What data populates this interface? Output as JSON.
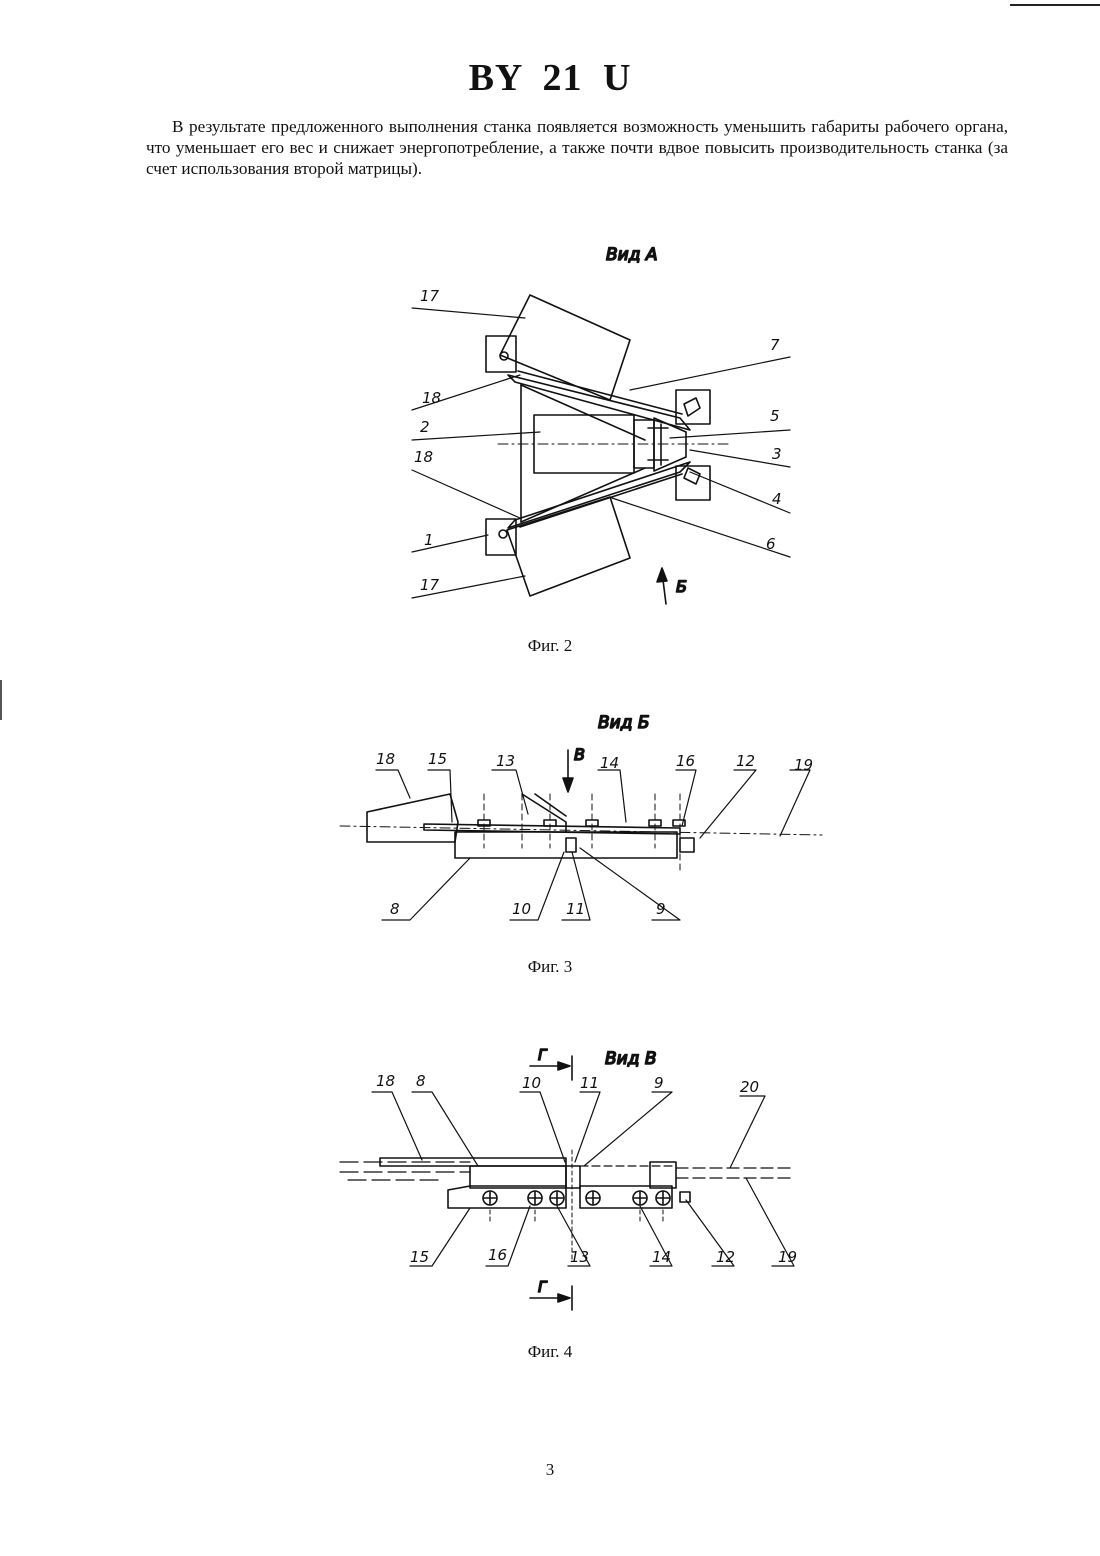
{
  "document": {
    "title": "BY 21 U",
    "paragraph": "В результате предложенного выполнения станка появляется возможность уменьшить габариты рабочего органа, что уменьшает его вес и снижает энергопотребление, а также почти вдвое повысить производительность станка (за счет использования второй матрицы).",
    "page_number": "3"
  },
  "figures": [
    {
      "caption": "Фиг. 2",
      "view_label": "Вид А",
      "direction_label": "Б",
      "callouts": [
        "17",
        "18",
        "2",
        "18",
        "1",
        "17",
        "7",
        "5",
        "3",
        "4",
        "6"
      ]
    },
    {
      "caption": "Фиг. 3",
      "view_label": "Вид Б",
      "direction_label": "В",
      "callouts": [
        "18",
        "15",
        "13",
        "14",
        "16",
        "12",
        "19",
        "8",
        "10",
        "11",
        "9"
      ]
    },
    {
      "caption": "Фиг. 4",
      "view_label": "Вид В",
      "section_labels": [
        "Г",
        "Г"
      ],
      "callouts": [
        "18",
        "8",
        "10",
        "11",
        "9",
        "20",
        "15",
        "16",
        "13",
        "14",
        "12",
        "19"
      ]
    }
  ]
}
